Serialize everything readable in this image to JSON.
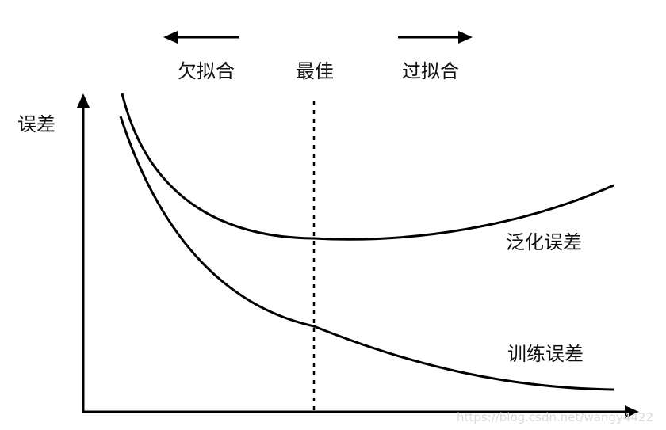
{
  "diagram": {
    "top_labels": {
      "underfitting": "欠拟合",
      "optimal": "最佳",
      "overfitting": "过拟合"
    },
    "y_axis_label": "误差",
    "curves": {
      "generalization_error": "泛化误差",
      "training_error": "训练误差"
    },
    "watermark": "https://blog.csdn.net/wangy4422"
  }
}
